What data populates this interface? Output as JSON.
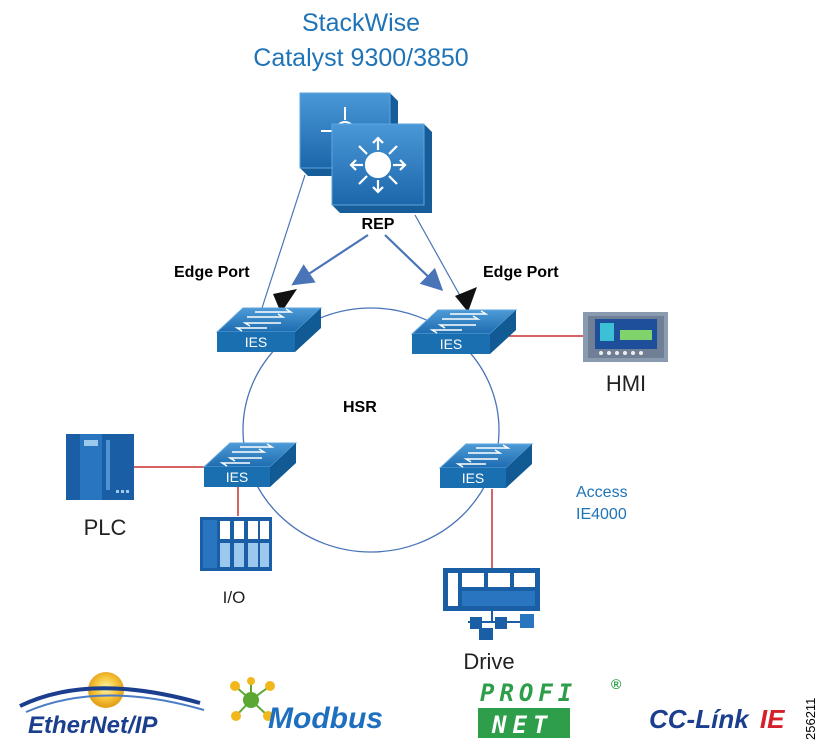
{
  "title": {
    "line1": "StackWise",
    "line2": "Catalyst 9300/3850"
  },
  "labels": {
    "rep": "REP",
    "edge_port_left": "Edge Port",
    "edge_port_right": "Edge Port",
    "hsr": "HSR",
    "access_line1": "Access",
    "access_line2": "IE4000",
    "figure_number": "256211"
  },
  "switches": [
    {
      "id": "top-left",
      "label": "IES"
    },
    {
      "id": "top-right",
      "label": "IES"
    },
    {
      "id": "bottom-left",
      "label": "IES"
    },
    {
      "id": "bottom-right",
      "label": "IES"
    }
  ],
  "devices": {
    "plc": "PLC",
    "io": "I/O",
    "hmi": "HMI",
    "drive": "Drive"
  },
  "logos": {
    "ethernet_ip": "EtherNet/IP",
    "modbus": "Modbus",
    "profinet_line1": "PROFI",
    "profinet_line2": "NET",
    "registered": "®",
    "cclink": "CC-Línk",
    "cclink_ie": "IE"
  },
  "colors": {
    "accent_blue": "#1f73b7",
    "switch_blue": "#1a6fb0",
    "link_red": "#c8302f",
    "profinet_green": "#2e9e4a",
    "modbus_blue": "#1e6fc0"
  }
}
